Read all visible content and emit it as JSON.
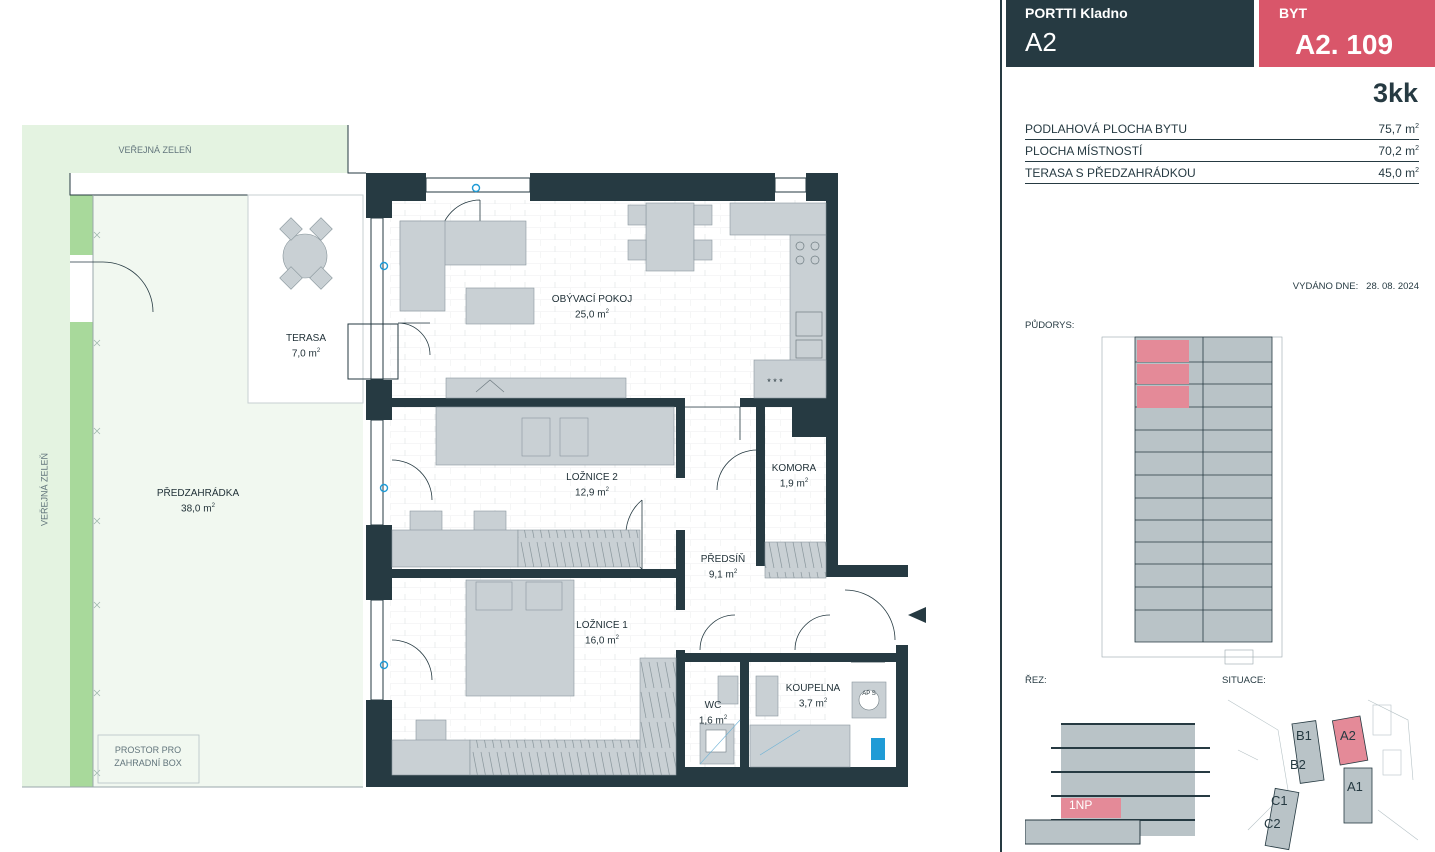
{
  "header": {
    "project": "PORTTI Kladno",
    "building": "A2",
    "unit_label": "BYT",
    "unit_number": "A2. 109"
  },
  "layout_type": "3kk",
  "areas": [
    {
      "label": "PODLAHOVÁ PLOCHA BYTU",
      "value": "75,7 m",
      "unit_sup": "2"
    },
    {
      "label": "PLOCHA MÍSTNOSTÍ",
      "value": "70,2 m",
      "unit_sup": "2"
    },
    {
      "label": "TERASA S PŘEDZAHRÁDKOU",
      "value": "45,0 m",
      "unit_sup": "2"
    }
  ],
  "issued": {
    "label": "VYDÁNO DNE:",
    "date": "28. 08. 2024"
  },
  "section_labels": {
    "floorplans": "PŮDORYS:",
    "section": "ŘEZ:",
    "situation": "SITUACE:"
  },
  "section_floor": "1NP",
  "situation_buildings": [
    "B1",
    "A2",
    "B2",
    "A1",
    "C1",
    "C2"
  ],
  "plan": {
    "public_green_top": "VEŘEJNÁ ZELEŇ",
    "public_green_side": "VEŘEJNÁ ZELEŇ",
    "garden_box": "PROSTOR PRO ZAHRADNÍ BOX",
    "rooms": [
      {
        "id": "predzahradka",
        "name": "PŘEDZAHRÁDKA",
        "area": "38,0 m",
        "sup": "2"
      },
      {
        "id": "terasa",
        "name": "TERASA",
        "area": "7,0 m",
        "sup": "2"
      },
      {
        "id": "obyvaci",
        "name": "OBÝVACÍ POKOJ",
        "area": "25,0 m",
        "sup": "2"
      },
      {
        "id": "loznice2",
        "name": "LOŽNICE 2",
        "area": "12,9 m",
        "sup": "2"
      },
      {
        "id": "komora",
        "name": "KOMORA",
        "area": "1,9 m",
        "sup": "2"
      },
      {
        "id": "predsin",
        "name": "PŘEDSÍŇ",
        "area": "9,1 m",
        "sup": "2"
      },
      {
        "id": "loznice1",
        "name": "LOŽNICE 1",
        "area": "16,0 m",
        "sup": "2"
      },
      {
        "id": "wc",
        "name": "WC",
        "area": "1,6 m",
        "sup": "2"
      },
      {
        "id": "koupelna",
        "name": "KOUPELNA",
        "area": "3,7 m",
        "sup": "2"
      }
    ],
    "stove_marks": "* * *",
    "ap_badge": "AP S"
  },
  "colors": {
    "dark": "#263a42",
    "accent": "#d9566a",
    "green": "#e4f3e1",
    "green_strip": "#a8d99b",
    "furniture": "#c9d0d4"
  }
}
